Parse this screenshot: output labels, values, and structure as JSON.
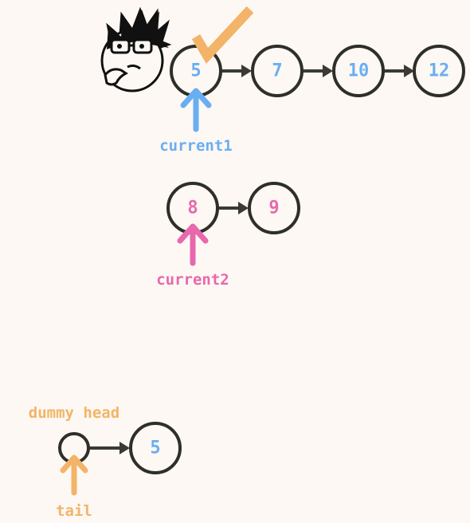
{
  "colors": {
    "background": "#fdf8f3",
    "node_stroke": "#2e2e2a",
    "edge": "#3a3a32",
    "blue": "#6aaef2",
    "pink": "#e868ae",
    "orange": "#f3b469"
  },
  "list1": {
    "values": [
      "5",
      "7",
      "10",
      "12"
    ],
    "pointer_label": "current1",
    "current_mark": "checkmark-icon",
    "avatar": "thinking-face-icon"
  },
  "list2": {
    "values": [
      "8",
      "9"
    ],
    "pointer_label": "current2"
  },
  "result": {
    "head_label": "dummy head",
    "values": [
      "",
      "5"
    ],
    "pointer_label": "tail"
  }
}
